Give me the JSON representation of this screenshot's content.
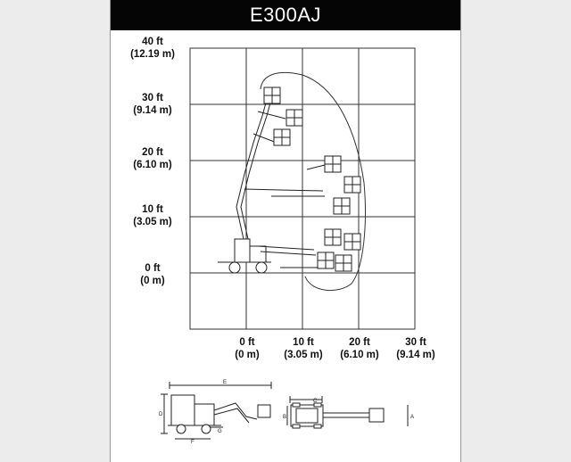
{
  "title": "E300AJ",
  "colors": {
    "title_bg": "#050505",
    "title_text": "#ffffff",
    "line": "#222222",
    "grid": "#333333"
  },
  "y_axis": [
    {
      "ft": "40 ft",
      "m": "(12.19 m)"
    },
    {
      "ft": "30 ft",
      "m": "(9.14 m)"
    },
    {
      "ft": "20 ft",
      "m": "(6.10 m)"
    },
    {
      "ft": "10 ft",
      "m": "(3.05 m)"
    },
    {
      "ft": "0 ft",
      "m": "(0 m)"
    }
  ],
  "x_axis": [
    {
      "ft": "0 ft",
      "m": "(0 m)"
    },
    {
      "ft": "10 ft",
      "m": "(3.05 m)"
    },
    {
      "ft": "20 ft",
      "m": "(6.10 m)"
    },
    {
      "ft": "30 ft",
      "m": "(9.14 m)"
    }
  ],
  "dimension_labels": {
    "A": "A",
    "B": "B",
    "C": "C",
    "D": "D",
    "E": "E",
    "F": "F",
    "G": "G"
  }
}
